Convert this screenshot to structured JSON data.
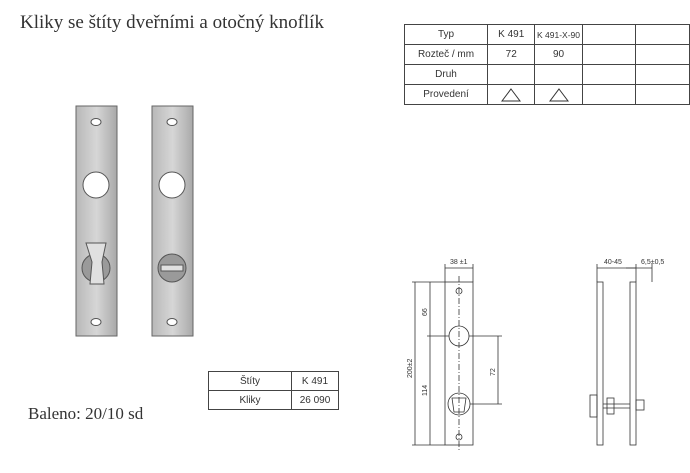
{
  "title": "Kliky se štíty dveřními a otočný knoflík",
  "packaging": "Baleno: 20/10 sd",
  "spec_table": {
    "rows": [
      {
        "label": "Typ",
        "cells": [
          "K 491",
          "K 491-X-90",
          "",
          ""
        ]
      },
      {
        "label": "Rozteč / mm",
        "cells": [
          "72",
          "90",
          "",
          ""
        ]
      },
      {
        "label": "Druh",
        "cells": [
          "",
          "",
          "",
          ""
        ]
      },
      {
        "label": "Provedení",
        "cells": [
          "triangle-icon",
          "triangle-icon",
          "",
          ""
        ]
      }
    ]
  },
  "pack_table": {
    "rows": [
      {
        "label": "Štíty",
        "value": "K 491"
      },
      {
        "label": "Kliky",
        "value": "26 090"
      }
    ]
  },
  "dimensions": {
    "width": "38 ±1",
    "top_offset": "66",
    "height": "200±2",
    "bottom_offset": "114",
    "spacing": "72",
    "thickness_range": "40-45",
    "plate_thickness": "6,5±0,5"
  }
}
